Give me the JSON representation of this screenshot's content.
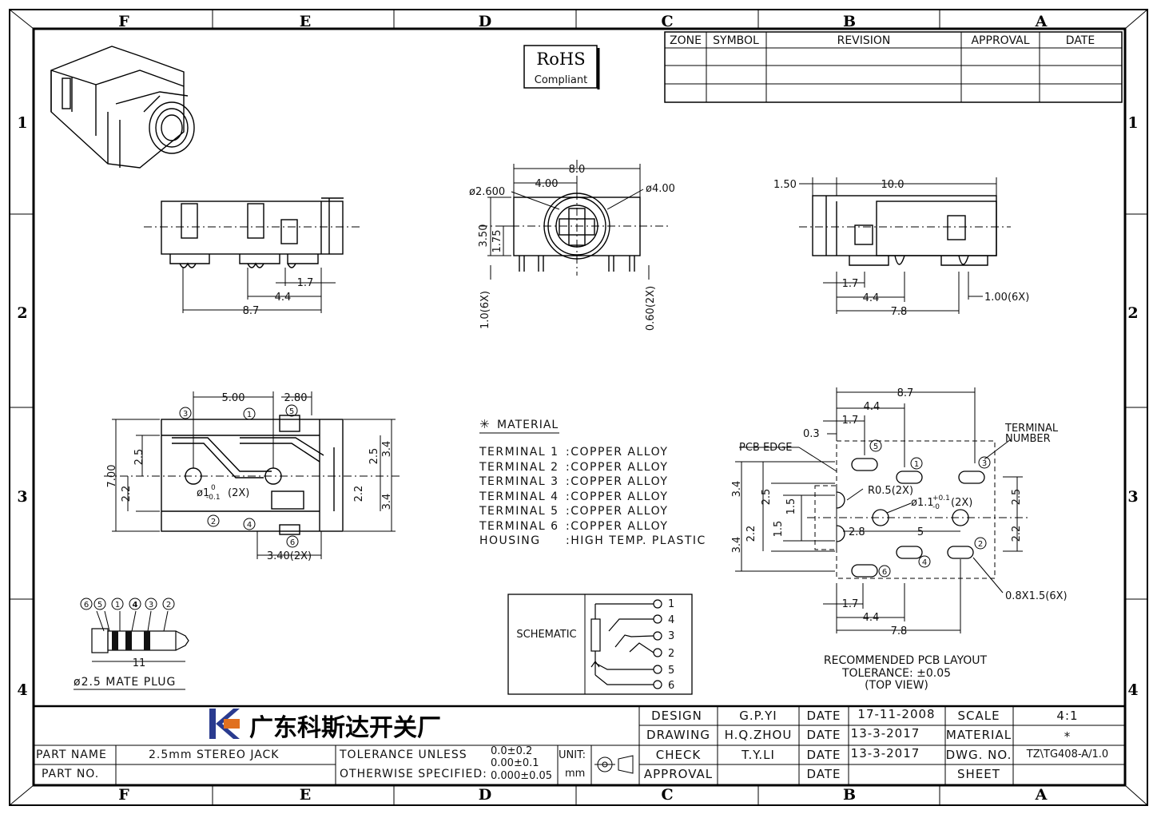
{
  "zones": {
    "columns": [
      "F",
      "E",
      "D",
      "C",
      "B",
      "A"
    ],
    "rows": [
      "1",
      "2",
      "3",
      "4"
    ]
  },
  "revision_table": {
    "headers": [
      "ZONE",
      "SYMBOL",
      "REVISION",
      "APPROVAL",
      "DATE"
    ]
  },
  "rohs": {
    "title": "RoHS",
    "subtitle": "Compliant"
  },
  "front_view": {
    "d1": "1.7",
    "d2": "4.4",
    "d3": "8.7"
  },
  "center_view": {
    "width": "8.0",
    "half": "4.00",
    "dia_small": "ø2.600",
    "dia_large": "ø4.00",
    "h1": "3.50",
    "h2": "1.75",
    "pin": "1.0(6X)",
    "pin2": "0.60(2X)"
  },
  "side_view": {
    "top": "1.50",
    "len": "10.0",
    "d1": "1.7",
    "d2": "4.4",
    "d3": "7.8",
    "pin": "1.00(6X)"
  },
  "bottom_view": {
    "d500": "5.00",
    "d280": "2.80",
    "d700": "7.00",
    "d25l": "2.5",
    "d22l": "2.2",
    "d25r": "2.5",
    "d34a": "3.4",
    "d22r": "2.2",
    "d34b": "3.4",
    "hole": "ø1",
    "hole_tol_top": "0",
    "hole_tol_bot": "-0.1",
    "hole_n": "(2X)",
    "d340": "3.40(2X)",
    "terminals": [
      "1",
      "2",
      "3",
      "4",
      "5",
      "6"
    ]
  },
  "material": {
    "title": "MATERIAL",
    "rows": [
      {
        "name": "TERMINAL 1",
        "value": ":COPPER ALLOY"
      },
      {
        "name": "TERMINAL 2",
        "value": ":COPPER ALLOY"
      },
      {
        "name": "TERMINAL 3",
        "value": ":COPPER ALLOY"
      },
      {
        "name": "TERMINAL 4",
        "value": ":COPPER ALLOY"
      },
      {
        "name": "TERMINAL 5",
        "value": ":COPPER ALLOY"
      },
      {
        "name": "TERMINAL 6",
        "value": ":COPPER ALLOY"
      },
      {
        "name": "HOUSING",
        "value": ":HIGH TEMP. PLASTIC"
      }
    ]
  },
  "pcb": {
    "w87": "8.7",
    "w44": "4.4",
    "w17": "1.7",
    "w03": "0.3",
    "edge": "PCB EDGE",
    "term": "TERMINAL",
    "num": "NUMBER",
    "r05": "R0.5(2X)",
    "hole": "ø1.1",
    "hole_tol_top": "+0.1",
    "hole_tol_bot": "-0",
    "hole_n": "(2X)",
    "v34a": "3.4",
    "v25": "2.5",
    "v15a": "1.5",
    "v15b": "1.5",
    "v22": "2.2",
    "v34b": "3.4",
    "r25": "2.5",
    "r22": "2.2",
    "h28": "2.8",
    "h5": "5",
    "slot": "0.8X1.5(6X)",
    "b17": "1.7",
    "b44": "4.4",
    "b78": "7.8",
    "note1": "RECOMMENDED PCB LAYOUT",
    "note2": "TOLERANCE: ±0.05",
    "note3": "(TOP VIEW)"
  },
  "schematic": {
    "label": "SCHEMATIC",
    "pins": [
      "1",
      "4",
      "3",
      "2",
      "5",
      "6"
    ]
  },
  "plug": {
    "numbers": [
      "6",
      "5",
      "1",
      "4",
      "3",
      "2"
    ],
    "length": "11",
    "caption": "ø2.5 MATE PLUG"
  },
  "title_block": {
    "company": "广东科斯达开关厂",
    "part_name_label": "PART NAME",
    "part_name": "2.5mm STEREO JACK",
    "part_no_label": "PART NO.",
    "tol1": "TOLERANCE UNLESS",
    "tol2": "OTHERWISE SPECIFIED:",
    "tv1": "0.0±0.2",
    "tv2": "0.00±0.1",
    "tv3": "0.000±0.05",
    "unit_label": "UNIT:",
    "unit": "mm",
    "design": "DESIGN",
    "design_by": "G.P.YI",
    "design_date": "17-11-2008",
    "drawing": "DRAWING",
    "drawing_by": "H.Q.ZHOU",
    "drawing_date": "13-3-2017",
    "check": "CHECK",
    "check_by": "T.Y.LI",
    "check_date": "13-3-2017",
    "approval": "APPROVAL",
    "date_label": "DATE",
    "scale_label": "SCALE",
    "scale": "4:1",
    "material_label": "MATERIAL",
    "material": "*",
    "dwg_label": "DWG. NO.",
    "dwg": "TZ\\TG408-A/1.0",
    "sheet_label": "SHEET"
  }
}
